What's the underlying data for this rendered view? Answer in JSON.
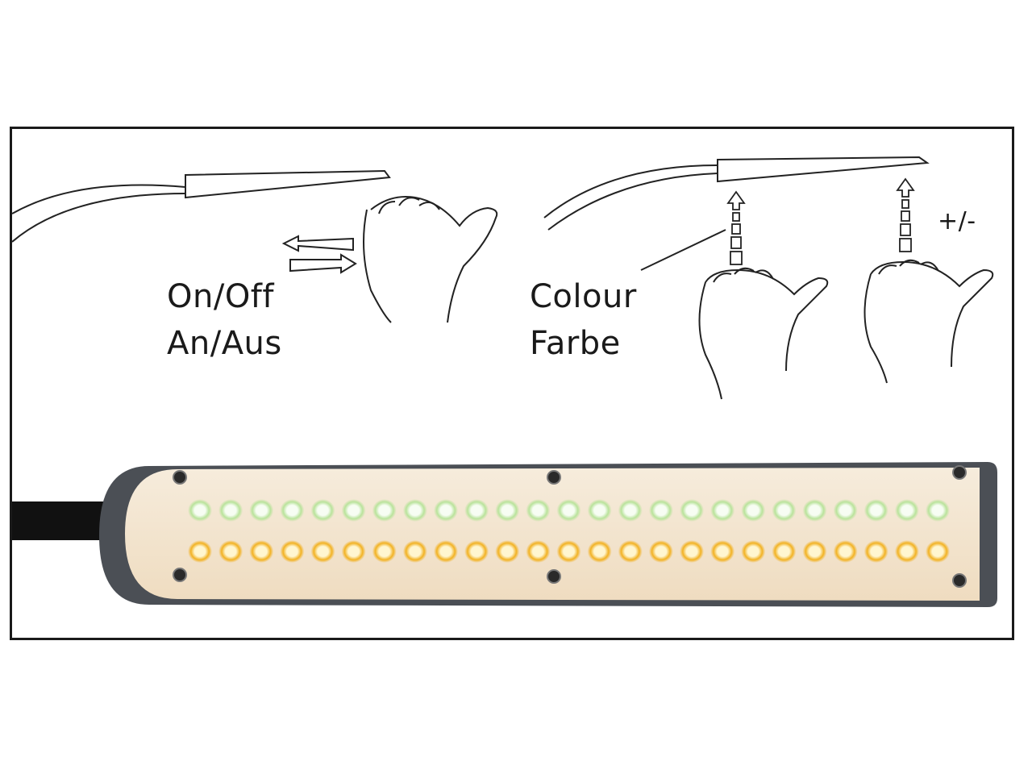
{
  "gestures": {
    "power": {
      "line1": "On/Off",
      "line2": "An/Aus"
    },
    "colour": {
      "line1": "Colour",
      "line2": "Farbe"
    },
    "brightness": {
      "label": "+/-"
    }
  },
  "led_panel": {
    "cool_led_count": 25,
    "warm_led_count": 25,
    "colors": {
      "housing": "#4b4f55",
      "panel": "#f3e6cf",
      "cool_led": "#f4fbef",
      "cool_glow": "#a9d98a",
      "warm_led": "#fff4c8",
      "warm_glow": "#f2b223"
    }
  }
}
